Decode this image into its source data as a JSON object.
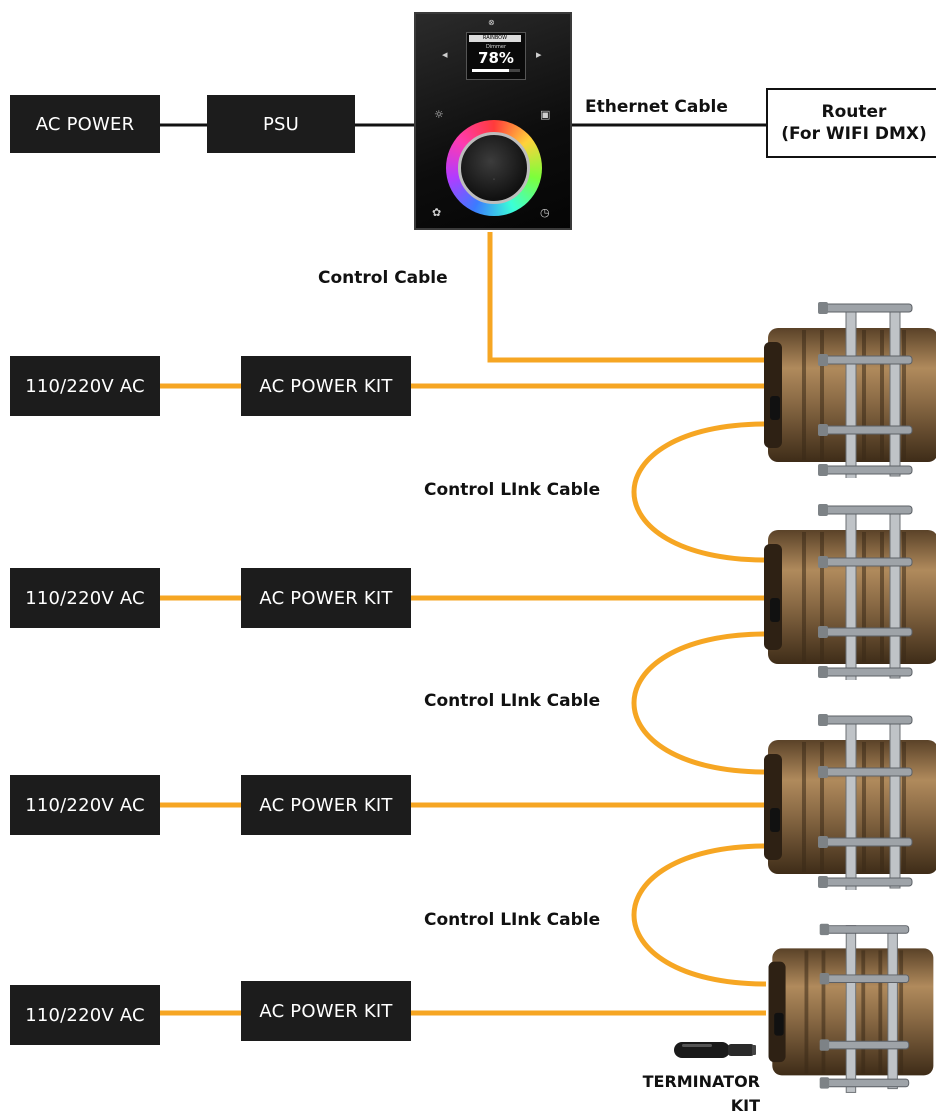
{
  "top_row": {
    "ac_power": "AC POWER",
    "psu": "PSU",
    "ethernet_label": "Ethernet Cable",
    "router_line1": "Router",
    "router_line2": "(For WIFI DMX)"
  },
  "controller": {
    "screen_mode": "RAINBOW",
    "screen_sub": "Dimmer",
    "dimmer_value": "78%",
    "dimmer_level": 0.78
  },
  "control_cable_label": "Control Cable",
  "rows": [
    {
      "source": "110/220V AC",
      "kit": "AC POWER KIT"
    },
    {
      "source": "110/220V AC",
      "kit": "AC POWER KIT"
    },
    {
      "source": "110/220V AC",
      "kit": "AC POWER KIT"
    },
    {
      "source": "110/220V AC",
      "kit": "AC POWER KIT"
    }
  ],
  "link_labels": [
    "Control LInk Cable",
    "Control LInk Cable",
    "Control LInk Cable"
  ],
  "terminator": {
    "line1": "TERMINATOR",
    "line2": "KIT"
  },
  "colors": {
    "cable_orange": "#f6a623",
    "box_dark": "#1c1c1c",
    "bronze": "#8a6a45"
  }
}
